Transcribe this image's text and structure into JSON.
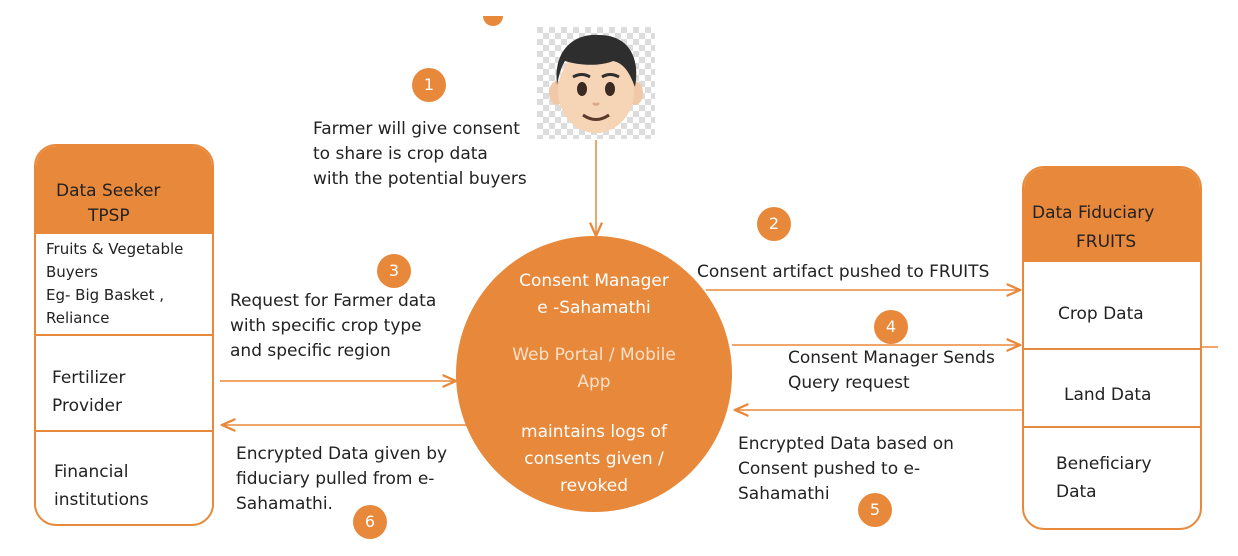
{
  "farmer": {
    "icon": "farmer-avatar-icon",
    "step": "1",
    "text_lines": [
      "Farmer will  give consent",
      "to share is crop data",
      "with the potential buyers"
    ]
  },
  "seeker": {
    "title_lines": [
      "Data Seeker",
      "TPSP"
    ],
    "buyers_lines": [
      "Fruits & Vegetable",
      "Buyers",
      "Eg- Big Basket ,",
      "Reliance"
    ],
    "fertilizer_lines": [
      "Fertilizer",
      "Provider"
    ],
    "financial_lines": [
      "Financial",
      "institutions"
    ]
  },
  "consent_manager": {
    "title_lines": [
      "Consent Manager",
      "e -Sahamathi"
    ],
    "portal_lines": [
      "Web Portal / Mobile",
      "App"
    ],
    "logs_lines": [
      "maintains logs of",
      "consents given /",
      "revoked"
    ]
  },
  "fiduciary": {
    "title_lines": [
      "Data Fiduciary",
      "FRUITS"
    ],
    "rows": [
      "Crop Data",
      "Land Data"
    ],
    "beneficiary_lines": [
      "Beneficiary",
      "Data"
    ]
  },
  "steps": {
    "s2": {
      "num": "2",
      "text": "Consent artifact pushed to FRUITS"
    },
    "s3": {
      "num": "3",
      "lines": [
        "Request for Farmer data",
        "with specific crop type",
        "and specific region"
      ]
    },
    "s4": {
      "num": "4",
      "lines": [
        "Consent Manager Sends",
        "Query request"
      ]
    },
    "s5": {
      "num": "5",
      "lines": [
        "Encrypted Data based on",
        "Consent pushed to e-",
        "Sahamathi"
      ]
    },
    "s6": {
      "num": "6",
      "lines": [
        "Encrypted Data given by",
        "fiduciary pulled from e-",
        "Sahamathi."
      ]
    }
  },
  "colors": {
    "accent": "#e8883a",
    "text": "#222222",
    "circle_light_text": "#fbe1c8"
  }
}
